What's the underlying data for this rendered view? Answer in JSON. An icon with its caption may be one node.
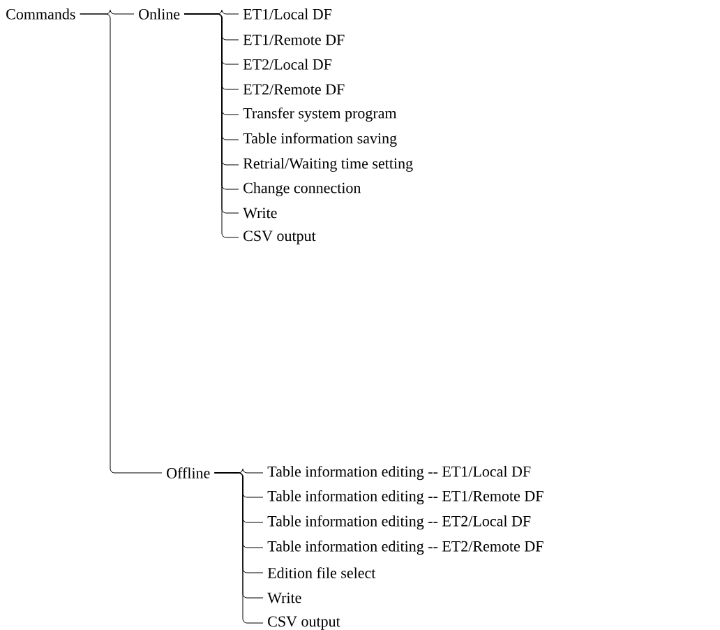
{
  "diagram": {
    "nodes": [
      {
        "text": [
          "Commands"
        ]
      },
      {
        "text": [
          "Online"
        ]
      },
      {
        "text": [
          "ET1/Local DF"
        ]
      },
      {
        "text": [
          "ET1/Remote DF"
        ]
      },
      {
        "text": [
          "ET2/Local DF"
        ]
      },
      {
        "text": [
          "ET2/Remote DF"
        ]
      },
      {
        "text": [
          "Transfer system program"
        ]
      },
      {
        "text": [
          "Table information saving"
        ]
      },
      {
        "text": [
          "Retrial/Waiting time setting"
        ]
      },
      {
        "text": [
          "Change connection"
        ]
      },
      {
        "text": [
          "Write"
        ]
      },
      {
        "text": [
          "CSV output"
        ]
      },
      {
        "text": [
          "Offline"
        ]
      },
      {
        "text": [
          "Table information editing -- ET1/Local DF"
        ]
      },
      {
        "text": [
          "Table information editing -- ET1/Remote DF"
        ]
      },
      {
        "text": [
          "Table information editing -- ET2/Local DF"
        ]
      },
      {
        "text": [
          "Table information editing -- ET2/Remote DF"
        ]
      },
      {
        "text": [
          "Edition file select"
        ]
      },
      {
        "text": [
          "Write"
        ]
      },
      {
        "text": [
          "CSV output"
        ]
      }
    ],
    "edges": [
      {
        "from": 0,
        "to": 1,
        "arrow": "none"
      },
      {
        "from": 0,
        "to": 12,
        "arrow": "none"
      },
      {
        "from": 1,
        "to": 2,
        "arrow": "none"
      },
      {
        "from": 1,
        "to": 3,
        "arrow": "none"
      },
      {
        "from": 1,
        "to": 4,
        "arrow": "none"
      },
      {
        "from": 1,
        "to": 5,
        "arrow": "none"
      },
      {
        "from": 1,
        "to": 6,
        "arrow": "none"
      },
      {
        "from": 1,
        "to": 7,
        "arrow": "none"
      },
      {
        "from": 1,
        "to": 8,
        "arrow": "none"
      },
      {
        "from": 1,
        "to": 9,
        "arrow": "none"
      },
      {
        "from": 1,
        "to": 10,
        "arrow": "none"
      },
      {
        "from": 1,
        "to": 11,
        "arrow": "none"
      },
      {
        "from": 12,
        "to": 13,
        "arrow": "none"
      },
      {
        "from": 12,
        "to": 14,
        "arrow": "none"
      },
      {
        "from": 12,
        "to": 15,
        "arrow": "none"
      },
      {
        "from": 12,
        "to": 16,
        "arrow": "none"
      },
      {
        "from": 12,
        "to": 17,
        "arrow": "none"
      },
      {
        "from": 12,
        "to": 18,
        "arrow": "none"
      },
      {
        "from": 12,
        "to": 19,
        "arrow": "none"
      }
    ]
  }
}
